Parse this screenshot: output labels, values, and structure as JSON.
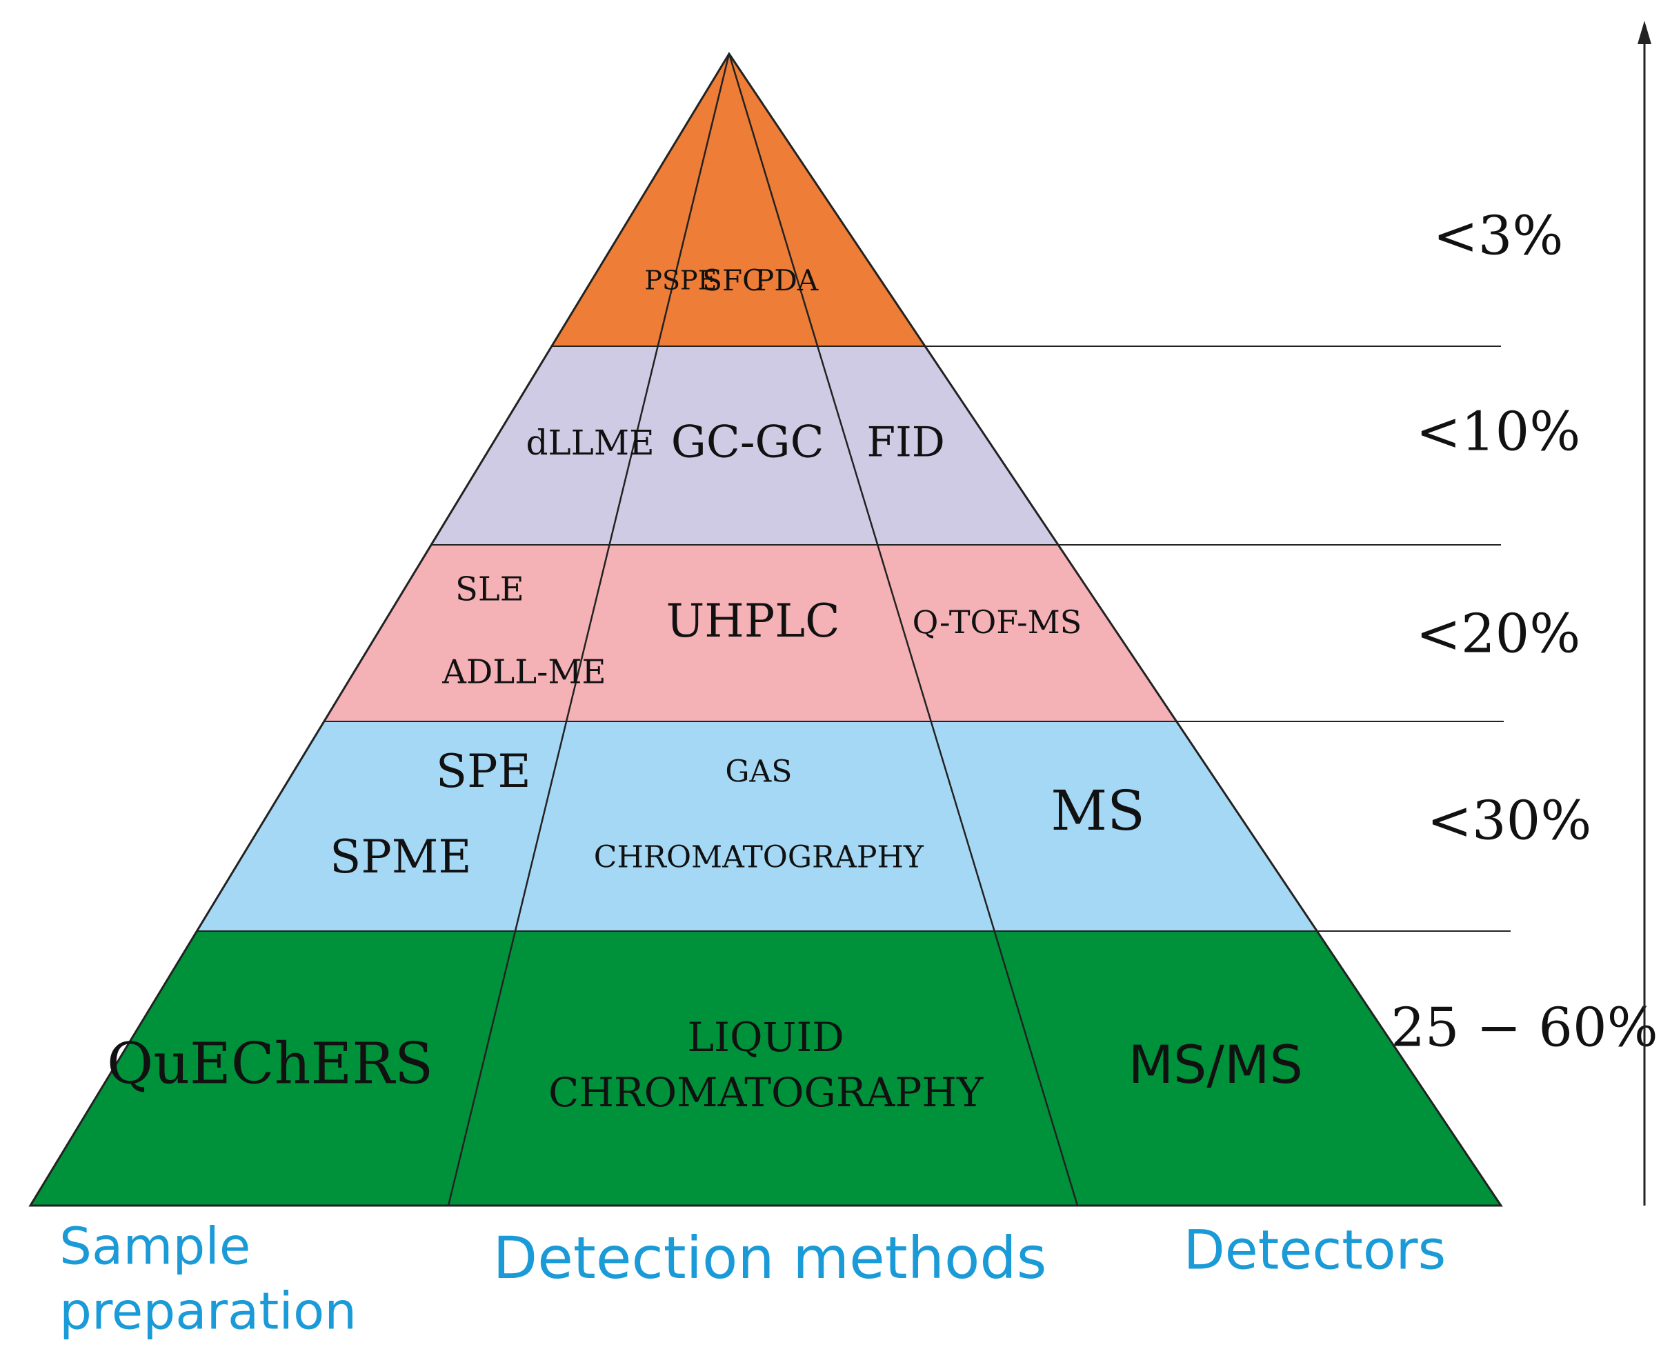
{
  "pyramid": {
    "tiers": [
      {
        "id": "tier-1",
        "color": "#ee7d37",
        "percent": "<3%",
        "cells": [
          {
            "lines": [
              "PSPE"
            ]
          },
          {
            "lines": [
              "SFC"
            ]
          },
          {
            "lines": [
              "PDA"
            ]
          }
        ]
      },
      {
        "id": "tier-2",
        "color": "#d0cbe4",
        "percent": "<10%",
        "cells": [
          {
            "lines": [
              "dLLME"
            ]
          },
          {
            "lines": [
              "GC-GC"
            ]
          },
          {
            "lines": [
              "FID"
            ]
          }
        ]
      },
      {
        "id": "tier-3",
        "color": "#f4b1b6",
        "percent": "<20%",
        "cells": [
          {
            "lines": [
              "SLE",
              "ADLL-ME"
            ]
          },
          {
            "lines": [
              "UHPLC"
            ]
          },
          {
            "lines": [
              "Q-TOF-MS"
            ]
          }
        ]
      },
      {
        "id": "tier-4",
        "color": "#a5d8f5",
        "percent": "<30%",
        "cells": [
          {
            "lines": [
              "SPE",
              "SPME"
            ]
          },
          {
            "lines": [
              "GAS",
              "CHROMATOGRAPHY"
            ]
          },
          {
            "lines": [
              "MS"
            ]
          }
        ]
      },
      {
        "id": "tier-5",
        "color": "#00913b",
        "percent": "25 − 60%",
        "cells": [
          {
            "lines": [
              "QuEChERS"
            ]
          },
          {
            "lines": [
              "LIQUID",
              "CHROMATOGRAPHY"
            ]
          },
          {
            "lines": [
              "MS/MS"
            ]
          }
        ]
      }
    ]
  },
  "columns": {
    "sample_preparation": [
      "Sample",
      "preparation"
    ],
    "detection_methods": "Detection methods",
    "detectors": "Detectors"
  },
  "colors": {
    "footer_text": "#1a9ad6",
    "outline": "#222222"
  }
}
